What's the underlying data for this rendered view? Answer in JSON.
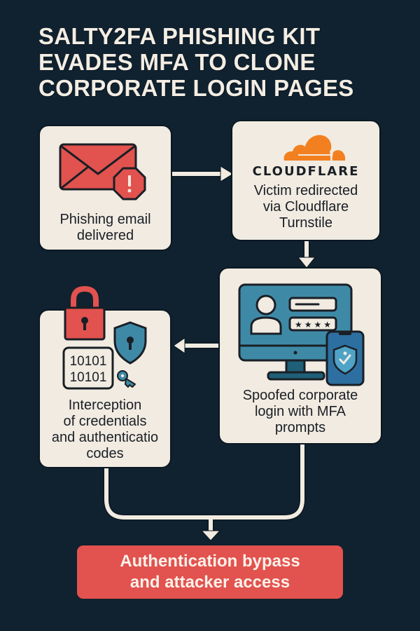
{
  "title": {
    "lines": [
      "SALTY2FA PHISHING KIT",
      "EVADES MFA TO CLONE",
      "CORPORATE LOGIN PAGES"
    ]
  },
  "colors": {
    "background": "#10212f",
    "card": "#f1ebe1",
    "accent_red": "#e2524e",
    "cloudflare_orange": "#f38020",
    "screen_teal": "#3e8aa6",
    "text_dark": "#1a1f26",
    "text_light": "#f3ede3"
  },
  "steps": [
    {
      "id": "email",
      "icon": "envelope-warning-icon",
      "lines": [
        "Phishing email",
        "delivered"
      ]
    },
    {
      "id": "cloudflare",
      "icon": "cloudflare-cloud-icon",
      "brand": "CLOUDFLARE",
      "lines": [
        "Victim redirected",
        "via Cloudflare",
        "Turnstile"
      ]
    },
    {
      "id": "spoofed-login",
      "icon": "monitor-login-phone-shield-icon",
      "lines": [
        "Spoofed corporate",
        "login with MFA",
        "prompts"
      ]
    },
    {
      "id": "interception",
      "icon": "lock-shield-binary-key-icon",
      "binary": [
        "10101",
        "10101"
      ],
      "lines": [
        "Interception",
        "of credentials",
        "and authenticatio",
        "codes"
      ]
    }
  ],
  "result": {
    "lines": [
      "Authentication bypass",
      "and attacker access"
    ]
  },
  "flow": [
    {
      "from": "email",
      "to": "cloudflare",
      "direction": "right"
    },
    {
      "from": "cloudflare",
      "to": "spoofed-login",
      "direction": "down"
    },
    {
      "from": "spoofed-login",
      "to": "interception",
      "direction": "left"
    },
    {
      "from": [
        "interception",
        "spoofed-login"
      ],
      "to": "result",
      "direction": "down"
    }
  ]
}
